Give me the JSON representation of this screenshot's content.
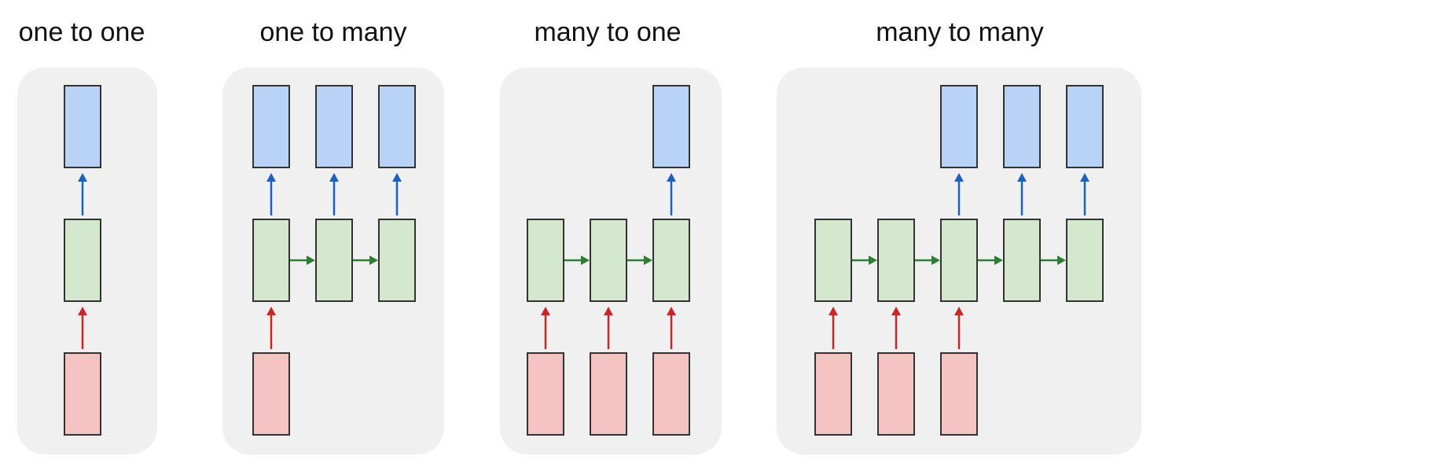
{
  "diagrams": [
    {
      "id": "one-to-one",
      "title": "one to one",
      "outputs": [
        0
      ],
      "hidden_count": 1,
      "inputs": [
        0
      ]
    },
    {
      "id": "one-to-many",
      "title": "one to many",
      "outputs": [
        0,
        1,
        2
      ],
      "hidden_count": 3,
      "inputs": [
        0
      ]
    },
    {
      "id": "many-to-one",
      "title": "many to one",
      "outputs": [
        2
      ],
      "hidden_count": 3,
      "inputs": [
        0,
        1,
        2
      ]
    },
    {
      "id": "many-to-many",
      "title": "many to many",
      "outputs": [
        2,
        3,
        4
      ],
      "hidden_count": 5,
      "inputs": [
        0,
        1,
        2
      ]
    }
  ],
  "colors": {
    "output_fill": "#b8d3f5",
    "hidden_fill": "#d4e8cd",
    "input_fill": "#f6c3c3",
    "panel_bg": "#f0f0f0",
    "box_border": "#333333",
    "output_arrow": "#1f5fbf",
    "recurrent_arrow": "#2e7d32",
    "input_arrow": "#c62828"
  }
}
